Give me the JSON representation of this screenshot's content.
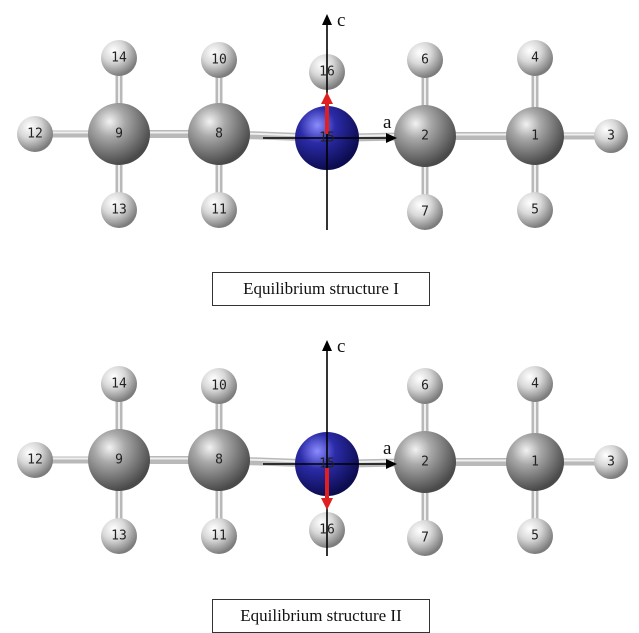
{
  "colors": {
    "carbon": "#8a8a8a",
    "hydrogen": "#dcdcdc",
    "nitrogen": "#2a2a9a",
    "bond": "#b9b9b9",
    "arrow": "#e02020",
    "axis": "#000000"
  },
  "axes": {
    "a": "a",
    "c": "c"
  },
  "structures": [
    {
      "caption": "Equilibrium structure I",
      "dipole": "up",
      "atoms": [
        {
          "id": "1",
          "element": "C"
        },
        {
          "id": "2",
          "element": "C"
        },
        {
          "id": "3",
          "element": "H"
        },
        {
          "id": "4",
          "element": "H"
        },
        {
          "id": "5",
          "element": "H"
        },
        {
          "id": "6",
          "element": "H"
        },
        {
          "id": "7",
          "element": "H"
        },
        {
          "id": "8",
          "element": "C"
        },
        {
          "id": "9",
          "element": "C"
        },
        {
          "id": "10",
          "element": "H"
        },
        {
          "id": "11",
          "element": "H"
        },
        {
          "id": "12",
          "element": "H"
        },
        {
          "id": "13",
          "element": "H"
        },
        {
          "id": "14",
          "element": "H"
        },
        {
          "id": "15",
          "element": "N"
        },
        {
          "id": "16",
          "element": "H"
        }
      ]
    },
    {
      "caption": "Equilibrium structure II",
      "dipole": "down",
      "atoms": [
        {
          "id": "1",
          "element": "C"
        },
        {
          "id": "2",
          "element": "C"
        },
        {
          "id": "3",
          "element": "H"
        },
        {
          "id": "4",
          "element": "H"
        },
        {
          "id": "5",
          "element": "H"
        },
        {
          "id": "6",
          "element": "H"
        },
        {
          "id": "7",
          "element": "H"
        },
        {
          "id": "8",
          "element": "C"
        },
        {
          "id": "9",
          "element": "C"
        },
        {
          "id": "10",
          "element": "H"
        },
        {
          "id": "11",
          "element": "H"
        },
        {
          "id": "12",
          "element": "H"
        },
        {
          "id": "13",
          "element": "H"
        },
        {
          "id": "14",
          "element": "H"
        },
        {
          "id": "15",
          "element": "N"
        },
        {
          "id": "16",
          "element": "H"
        }
      ]
    }
  ]
}
